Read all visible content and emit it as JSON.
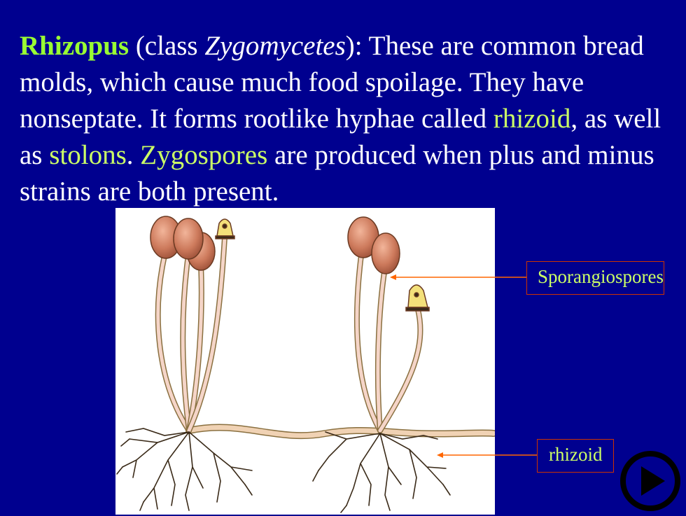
{
  "paragraph": {
    "s1": "Rhizopus",
    "s2": " (class ",
    "s3": "Zygomycetes",
    "s4": "):  These are common bread molds, which cause much food spoilage. They have nonseptate. It forms rootlike hyphae called ",
    "s5": "rhizoid",
    "s6": ", as well as ",
    "s7": "stolons",
    "s8": ". ",
    "s9": "Zygospores",
    "s10": " are produced when plus and minus strains are both present."
  },
  "labels": {
    "sporangiospores": "Sporangiospores",
    "rhizoid": "rhizoid"
  },
  "colors": {
    "background": "#00008f",
    "highlight": "#ccff66",
    "title": "#99ff33",
    "label_border": "#cc3300",
    "arrow": "#ff6600"
  },
  "icons": {
    "play": "play-button-icon"
  }
}
